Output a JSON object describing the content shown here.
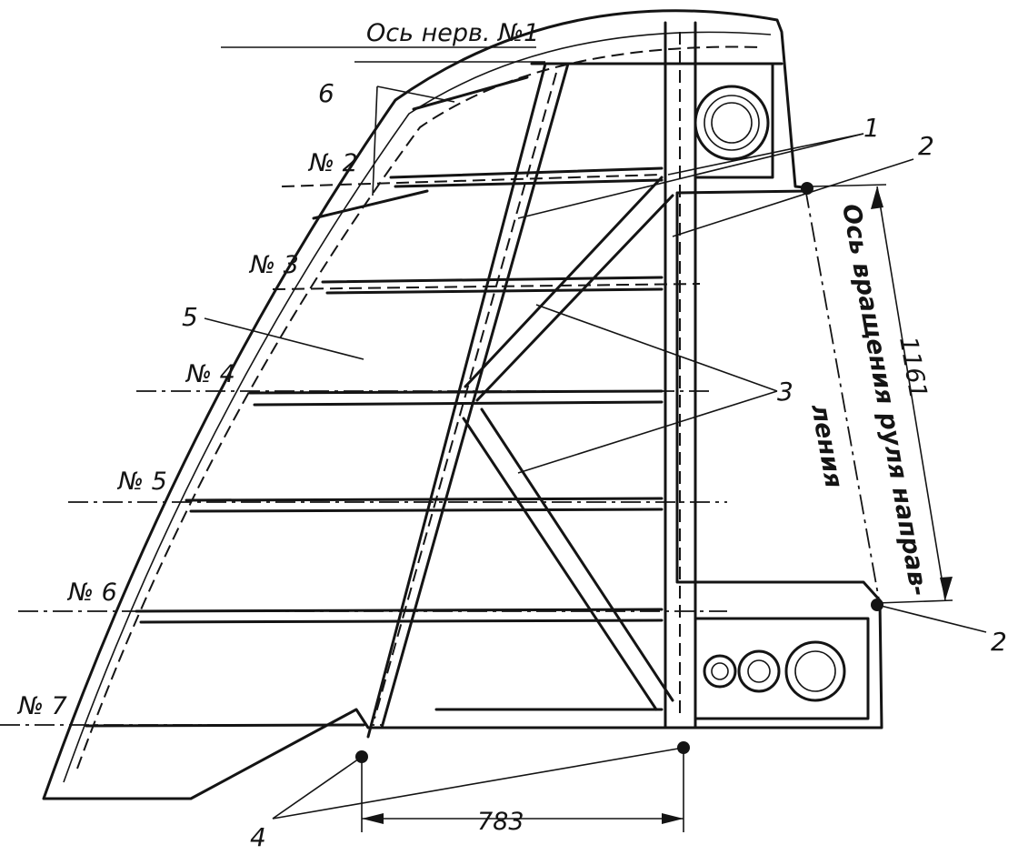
{
  "rib_axis_label": "Ось нерв. №1",
  "ribs": [
    "№ 2",
    "№ 3",
    "№ 4",
    "№ 5",
    "№ 6",
    "№ 7"
  ],
  "callouts": {
    "c1": "1",
    "c2_top": "2",
    "c2_bottom": "2",
    "c3": "3",
    "c4": "4",
    "c5": "5",
    "c6": "6"
  },
  "rotation_axis_line1": "Ось вращения руля направ-",
  "rotation_axis_line2": "ления",
  "dim_hinge": "1161",
  "dim_base": "783"
}
